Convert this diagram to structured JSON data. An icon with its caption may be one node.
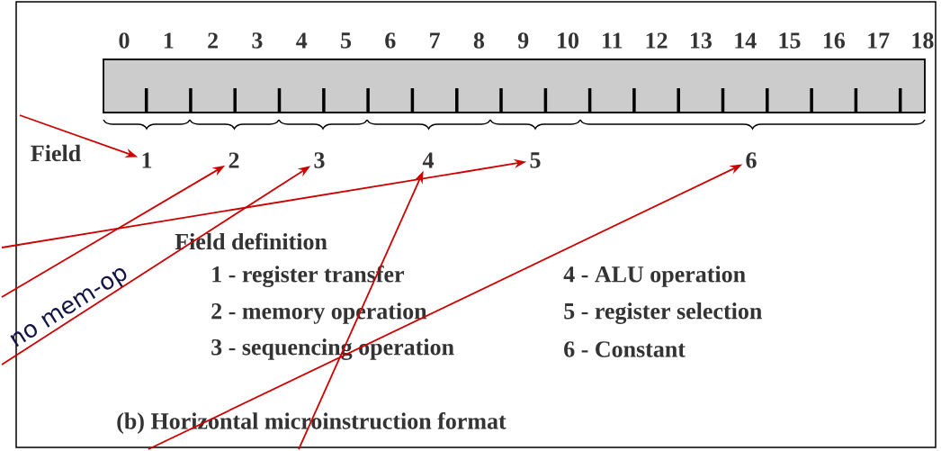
{
  "diagram": {
    "caption": "(b) Horizontal microinstruction format",
    "nodes": [
      {
        "text": [
          "1"
        ]
      },
      {
        "text": [
          "2"
        ]
      },
      {
        "text": [
          "3"
        ]
      },
      {
        "text": [
          "4"
        ]
      },
      {
        "text": [
          "5"
        ]
      },
      {
        "text": [
          "6"
        ]
      }
    ],
    "edges": [
      {
        "from": null,
        "to": 0,
        "arrow": "to"
      },
      {
        "from": null,
        "to": 1,
        "arrow": "to"
      },
      {
        "from": null,
        "to": 2,
        "arrow": "to"
      },
      {
        "from": null,
        "to": 3,
        "arrow": "to"
      },
      {
        "from": null,
        "to": 4,
        "arrow": "to"
      },
      {
        "from": null,
        "to": 5,
        "arrow": "to"
      }
    ],
    "labels": [
      "0",
      "1",
      "2",
      "3",
      "4",
      "5",
      "6",
      "7",
      "8",
      "9",
      "10",
      "11",
      "12",
      "13",
      "14",
      "15",
      "16",
      "17",
      "18",
      "Field",
      "Field definition",
      "1 - register transfer",
      "4 - ALU operation",
      "2 - memory operation",
      "5 - register selection",
      "3 - sequencing operation",
      "6 - Constant",
      "no mem-op"
    ]
  }
}
